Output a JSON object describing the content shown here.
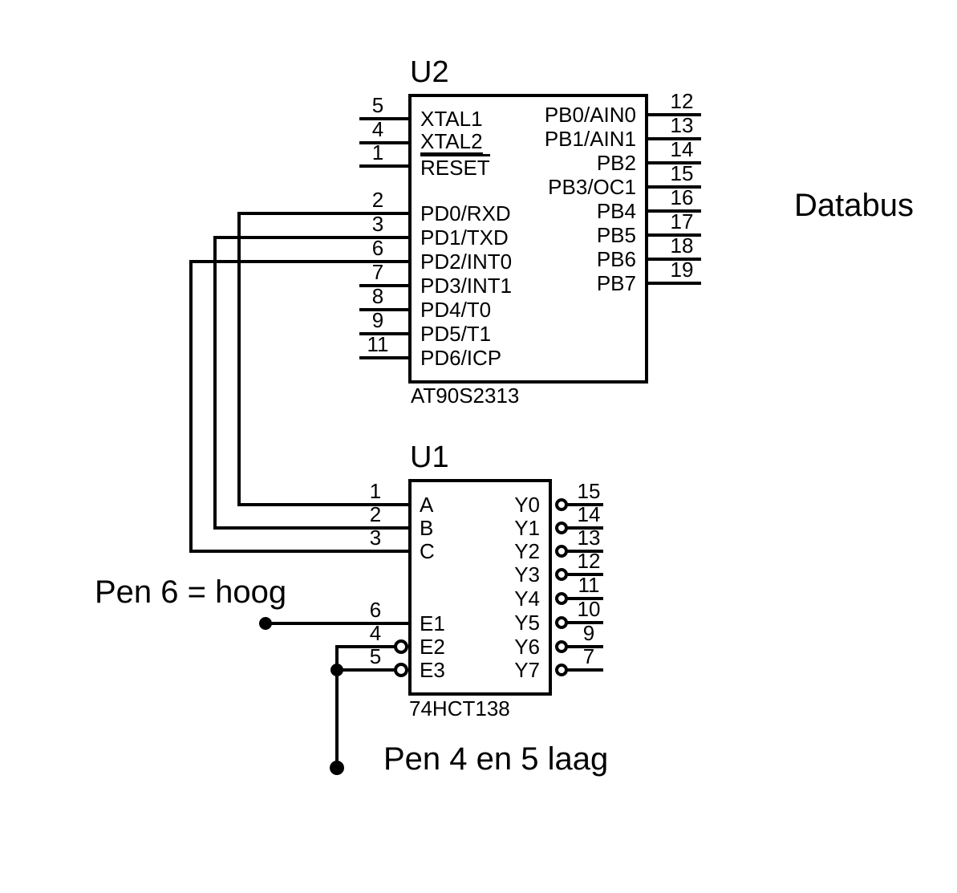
{
  "page": {
    "background": "#ffffff",
    "ink": "#000000"
  },
  "annotations": {
    "databus": "Databus",
    "pen6_note": "Pen 6 = hoog",
    "pen45_note": "Pen 4 en 5 laag"
  },
  "chips": {
    "u2": {
      "title": "U2",
      "part_number": "AT90S2313",
      "left_pins": [
        {
          "num": "5",
          "label": "XTAL1"
        },
        {
          "num": "4",
          "label": "XTAL2",
          "underline": true
        },
        {
          "num": "1",
          "label": "RESET",
          "overline": true
        },
        {
          "num": "2",
          "label": "PD0/RXD"
        },
        {
          "num": "3",
          "label": "PD1/TXD"
        },
        {
          "num": "6",
          "label": "PD2/INT0"
        },
        {
          "num": "7",
          "label": "PD3/INT1"
        },
        {
          "num": "8",
          "label": "PD4/T0"
        },
        {
          "num": "9",
          "label": "PD5/T1"
        },
        {
          "num": "11",
          "label": "PD6/ICP"
        }
      ],
      "right_pins": [
        {
          "num": "12",
          "label": "PB0/AIN0"
        },
        {
          "num": "13",
          "label": "PB1/AIN1"
        },
        {
          "num": "14",
          "label": "PB2"
        },
        {
          "num": "15",
          "label": "PB3/OC1"
        },
        {
          "num": "16",
          "label": "PB4"
        },
        {
          "num": "17",
          "label": "PB5"
        },
        {
          "num": "18",
          "label": "PB6"
        },
        {
          "num": "19",
          "label": "PB7"
        }
      ]
    },
    "u1": {
      "title": "U1",
      "part_number": "74HCT138",
      "left_pins": [
        {
          "num": "1",
          "label": "A"
        },
        {
          "num": "2",
          "label": "B"
        },
        {
          "num": "3",
          "label": "C"
        },
        {
          "num": "6",
          "label": "E1"
        },
        {
          "num": "4",
          "label": "E2",
          "bubble": true
        },
        {
          "num": "5",
          "label": "E3",
          "bubble": true
        }
      ],
      "right_pins": [
        {
          "num": "15",
          "label": "Y0",
          "bubble": true
        },
        {
          "num": "14",
          "label": "Y1",
          "bubble": true
        },
        {
          "num": "13",
          "label": "Y2",
          "bubble": true
        },
        {
          "num": "12",
          "label": "Y3",
          "bubble": true
        },
        {
          "num": "11",
          "label": "Y4",
          "bubble": true
        },
        {
          "num": "10",
          "label": "Y5",
          "bubble": true
        },
        {
          "num": "9",
          "label": "Y6",
          "bubble": true
        },
        {
          "num": "7",
          "label": "Y7",
          "bubble": true
        }
      ]
    }
  }
}
